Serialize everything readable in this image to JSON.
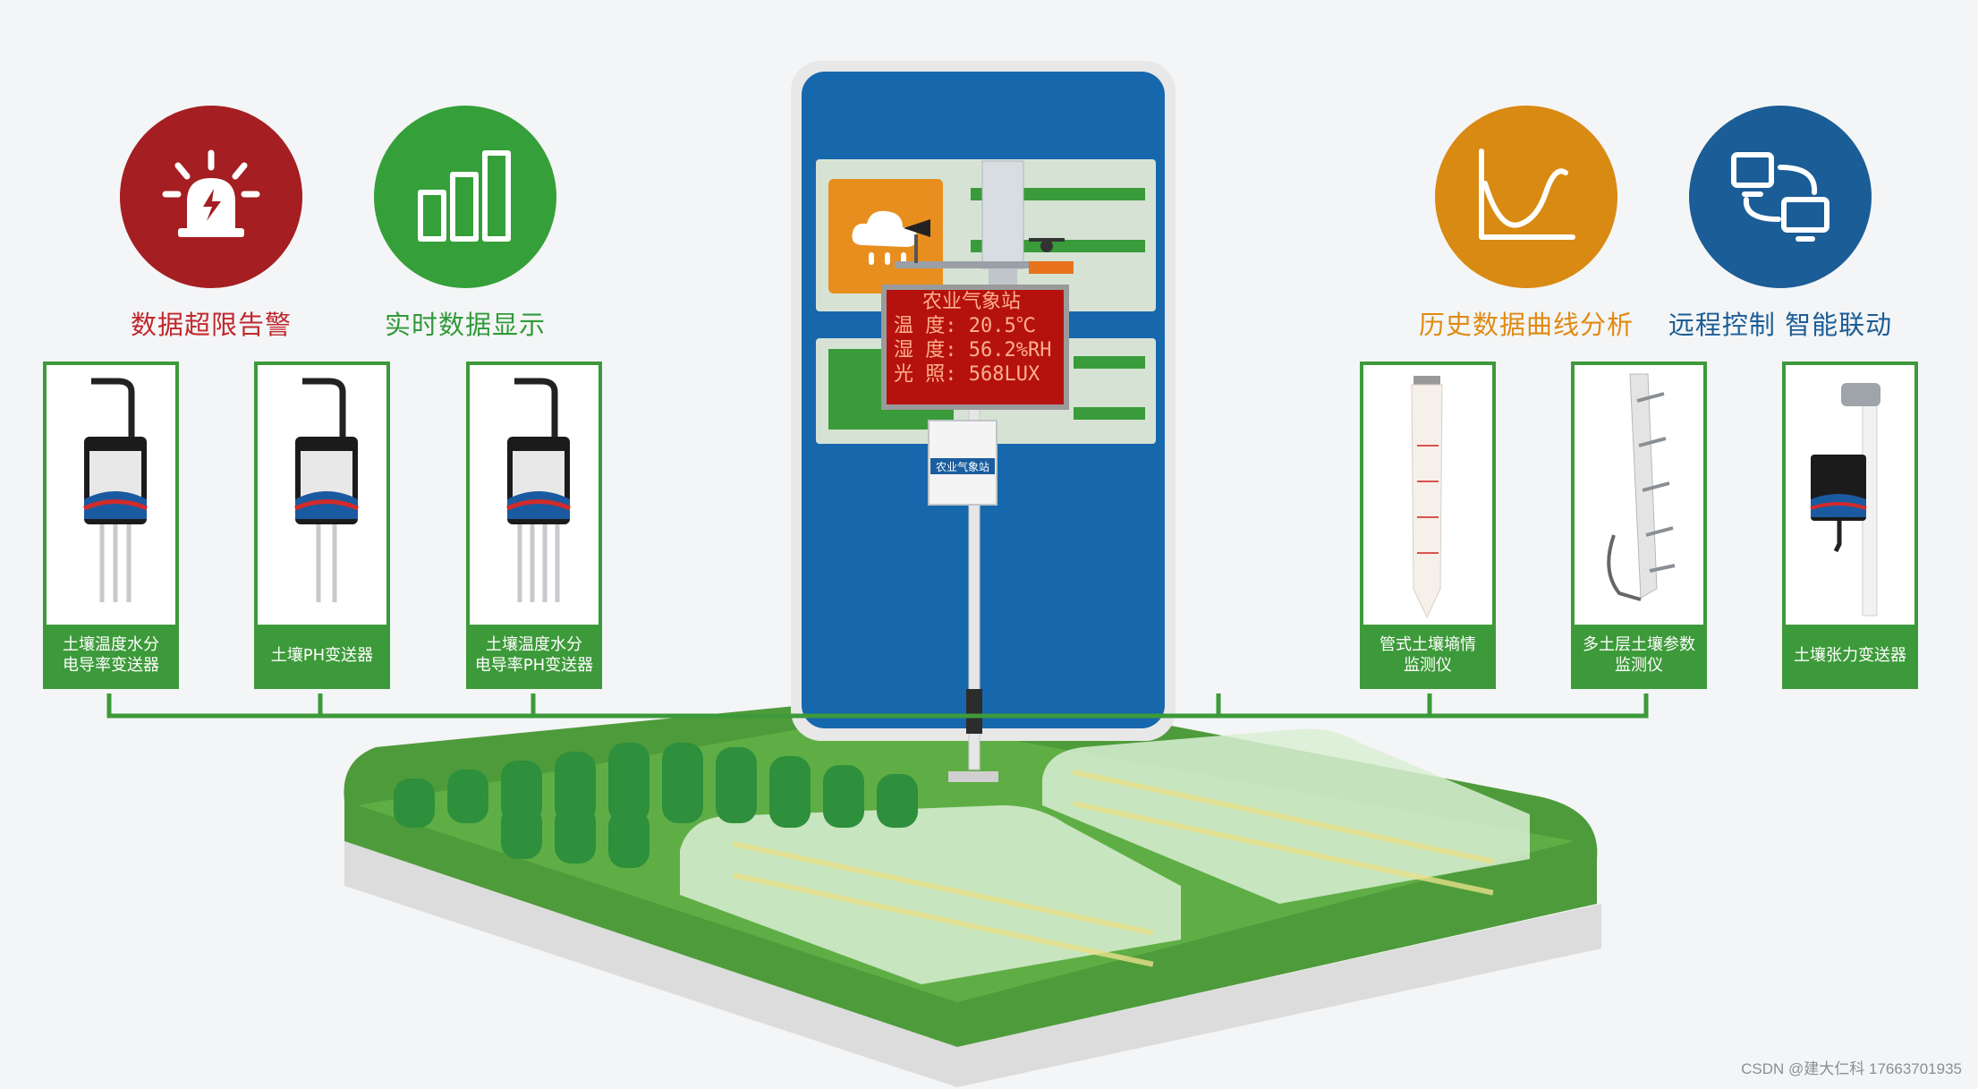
{
  "features": [
    {
      "label": "数据超限告警",
      "icon": "alarm-siren-icon",
      "color": "#a41e22",
      "text_color": "#c0272d"
    },
    {
      "label": "实时数据显示",
      "icon": "bar-chart-icon",
      "color": "#35a03a",
      "text_color": "#2f9a3a"
    },
    {
      "label": "历史数据曲线分析",
      "icon": "curve-chart-icon",
      "color": "#d98a12",
      "text_color": "#e08a13"
    },
    {
      "label": "远程控制 智能联动",
      "icon": "remote-network-icon",
      "color": "#1b5d97",
      "text_color": "#1b5d97"
    }
  ],
  "sensors_left": [
    {
      "line1": "土壤温度水分",
      "line2": "电导率变送器",
      "icon": "three-pin-soil-probe-icon"
    },
    {
      "line1": "土壤PH变送器",
      "line2": "",
      "icon": "two-pin-soil-probe-icon"
    },
    {
      "line1": "土壤温度水分",
      "line2": "电导率PH变送器",
      "icon": "four-pin-soil-probe-icon"
    }
  ],
  "sensors_right": [
    {
      "line1": "管式土壤墒情",
      "line2": "监测仪",
      "icon": "tube-soil-sensor-icon"
    },
    {
      "line1": "多土层土壤参数",
      "line2": "监测仪",
      "icon": "multi-layer-probe-icon"
    },
    {
      "line1": "土壤张力变送器",
      "line2": "",
      "icon": "tensiometer-icon"
    }
  ],
  "station": {
    "box_label": "农业气象站",
    "led": {
      "title": "农业气象站",
      "row1": "温  度: 20.5℃",
      "row2": "湿  度: 56.2%RH",
      "row3": "光  照: 568LUX"
    }
  },
  "credit": "CSDN @建大仁科 17663701935",
  "colors": {
    "green": "#3d9a3a",
    "blue_board": "#1767ad",
    "red_led": "#b5120f"
  }
}
